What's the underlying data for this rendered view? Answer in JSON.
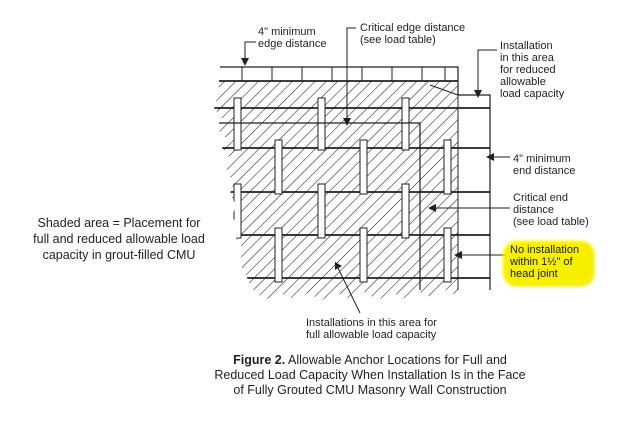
{
  "labels": {
    "min_edge": "4\" minimum\nedge distance",
    "crit_edge": "Critical edge distance\n(see load table)",
    "reduced_area": "Installation\nin this area\nfor reduced\nallowable\nload capacity",
    "min_end": "4\" minimum\nend distance",
    "crit_end": "Critical end\ndistance\n(see load table)",
    "no_install": "No installation\nwithin 1½\" of\nhead joint",
    "full_area": "Installations in this area for\nfull allowable load capacity"
  },
  "side_note": "Shaded area = Placement for\nfull and reduced allowable load\ncapacity in grout-filled CMU",
  "caption": {
    "figure": "Figure 2.",
    "text": " Allowable Anchor Locations for Full and\nReduced Load Capacity When Installation Is in the Face\nof Fully Grouted CMU Masonry Wall Construction"
  },
  "colors": {
    "highlight": "#f6f000",
    "line": "#231f20"
  }
}
